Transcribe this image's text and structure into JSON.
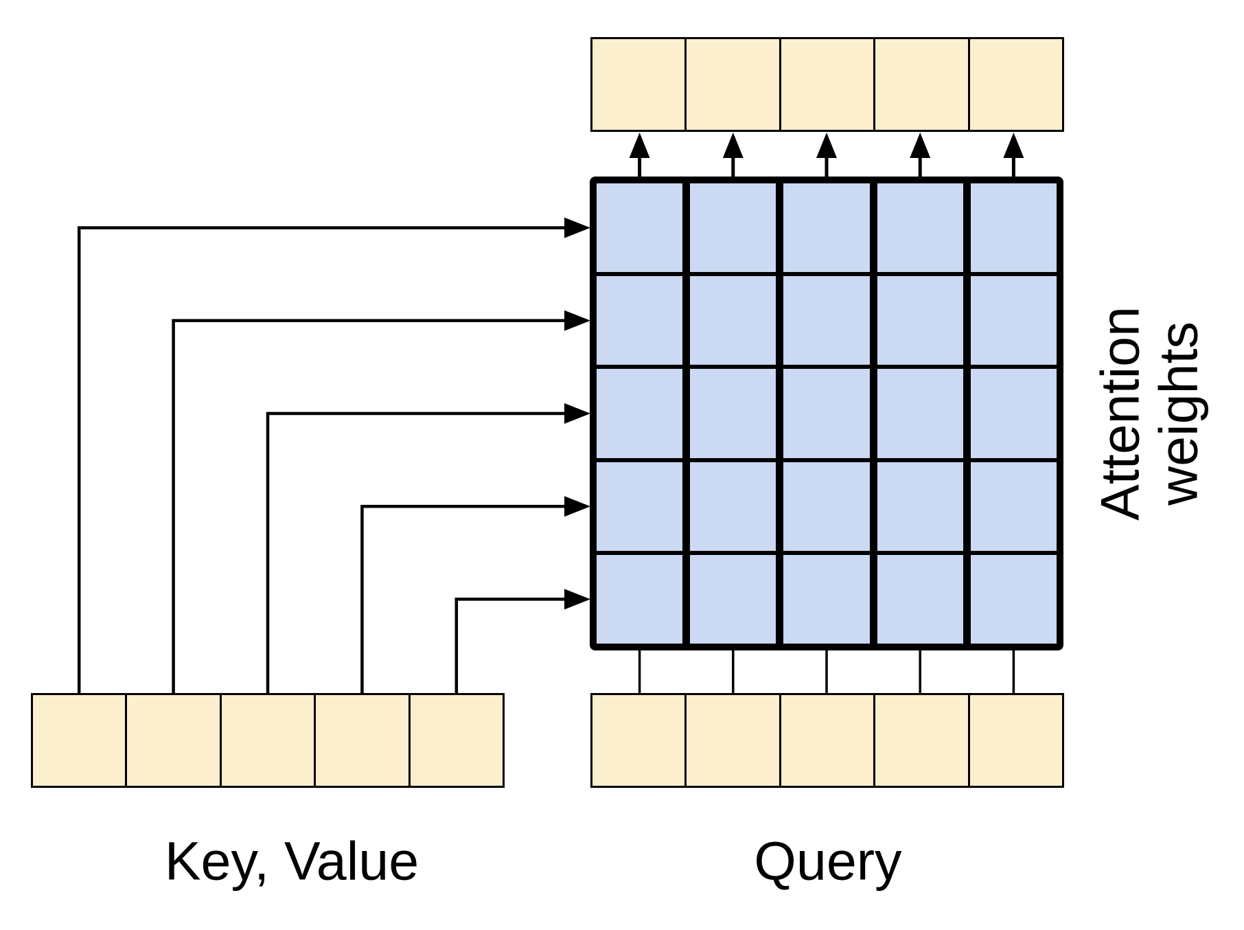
{
  "labels": {
    "key_value": "Key, Value",
    "query": "Query",
    "attention_weights": [
      "Attention",
      "weights"
    ]
  },
  "colors": {
    "token_cell_fill": "#FCEFCE",
    "weight_cell_fill": "#CBD9F2",
    "stroke": "#000000",
    "background": "#FFFFFF"
  },
  "structure": {
    "matrix_rows": 5,
    "matrix_cols": 5,
    "output_row_cells": 5,
    "query_row_cells": 5,
    "key_value_row_cells": 5
  }
}
